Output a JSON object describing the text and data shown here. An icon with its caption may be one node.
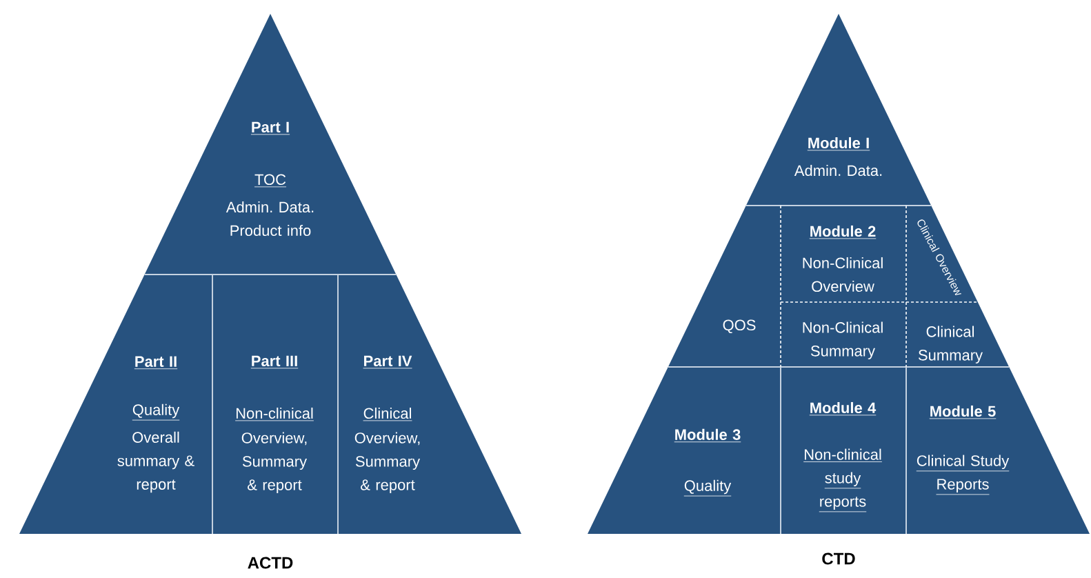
{
  "diagram": {
    "nodes": [
      {
        "text": [
          "Part I",
          "TOC",
          "Admin. Data. Product info"
        ]
      },
      {
        "text": [
          "Part II",
          "Quality",
          "Overall summary & report"
        ]
      },
      {
        "text": [
          "Part III",
          "Non-clinical",
          "Overview, Summary & report"
        ]
      },
      {
        "text": [
          "Part IV",
          "Clinical",
          "Overview, Summary & report"
        ]
      },
      {
        "text": [
          "Module I",
          "Admin. Data."
        ]
      },
      {
        "text": [
          "QOS"
        ]
      },
      {
        "text": [
          "Module 2",
          "Non-Clinical Overview"
        ]
      },
      {
        "text": [
          "Clinical Overview"
        ]
      },
      {
        "text": [
          "Non-Clinical Summary"
        ]
      },
      {
        "text": [
          "Clinical Summary"
        ]
      },
      {
        "text": [
          "Module 3",
          "Quality"
        ]
      },
      {
        "text": [
          "Module 4",
          "Non-clinical study reports"
        ]
      },
      {
        "text": [
          "Module 5",
          "Clinical Study Reports"
        ]
      }
    ],
    "labels": [
      "ACTD",
      "CTD"
    ]
  }
}
